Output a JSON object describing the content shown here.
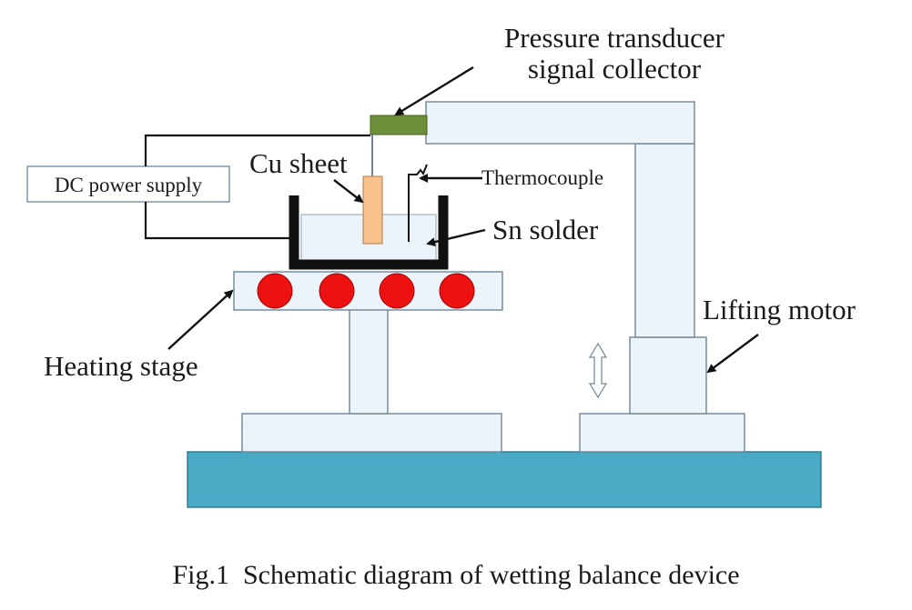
{
  "labels": {
    "pressure_line1": "Pressure transducer",
    "pressure_line2": "signal collector",
    "dc_power": "DC power supply",
    "cu_sheet": "Cu sheet",
    "thermocouple": "Thermocouple",
    "sn_solder": "Sn solder",
    "lifting_motor": "Lifting motor",
    "heating_stage": "Heating stage"
  },
  "caption": "Fig.1  Schematic diagram of wetting balance device",
  "colors": {
    "base": "#4aaac6",
    "parts_fill": "#ecf4fb",
    "parts_stroke": "#6f8696",
    "heaters": "#ee1111",
    "cu_sheet": "#f8c28c",
    "transducer": "#6e8f3a",
    "crucible": "#111111",
    "wires": "#111111"
  }
}
